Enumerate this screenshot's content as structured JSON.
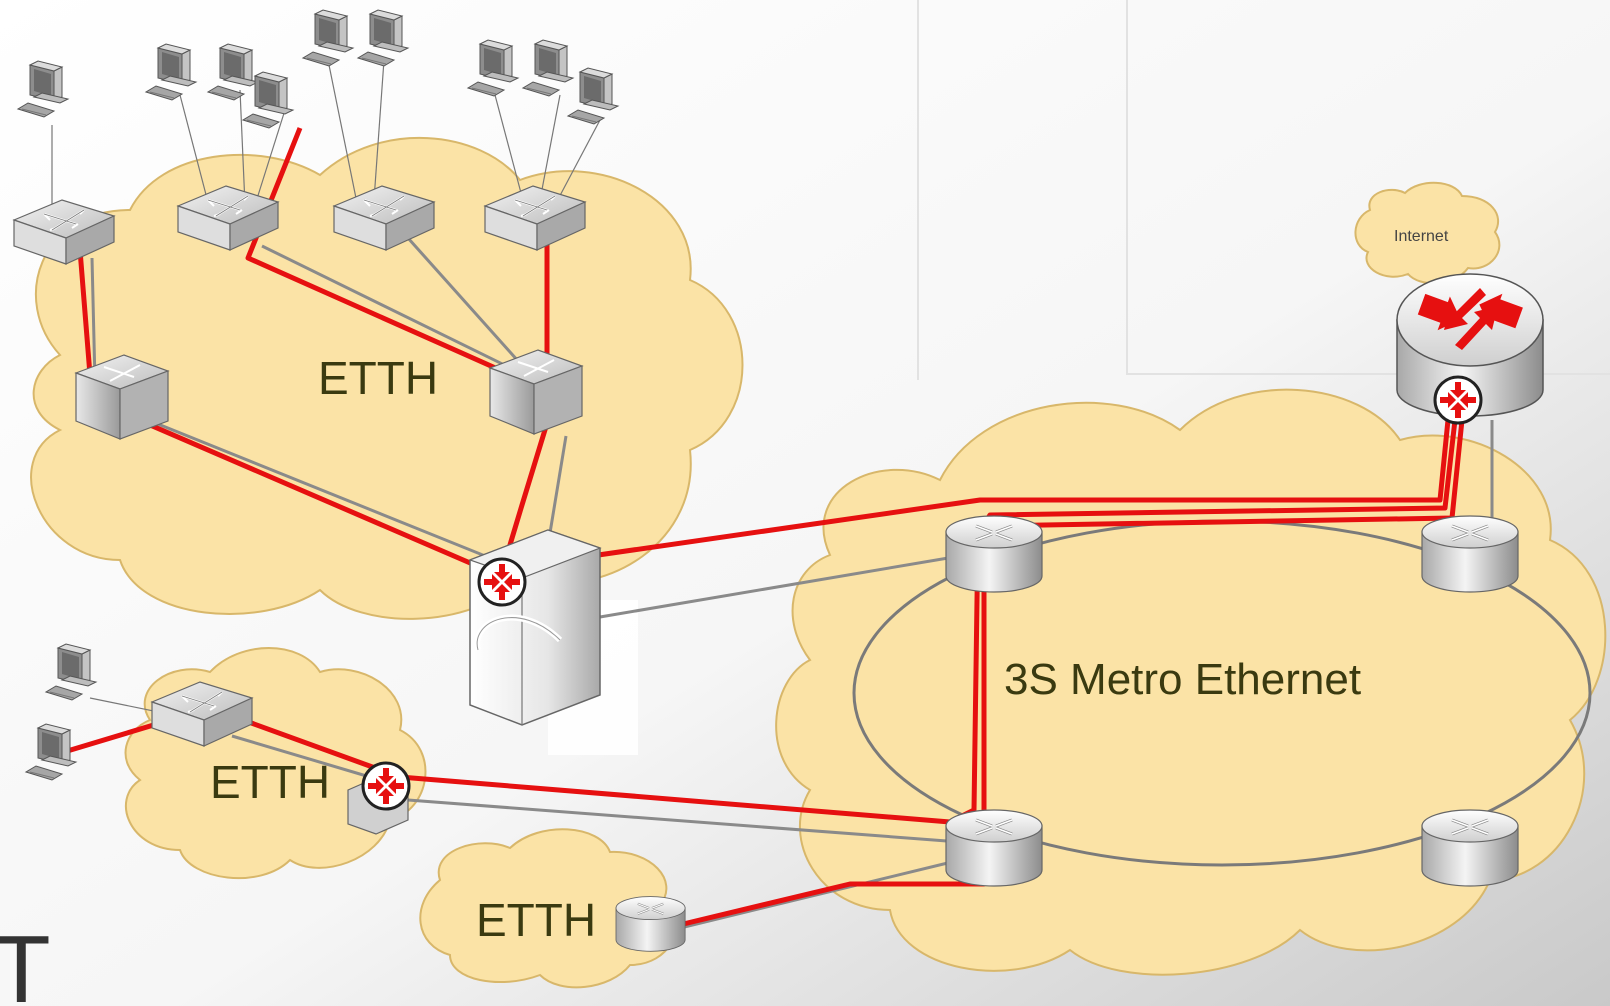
{
  "clouds": {
    "etth_main": "ETTH",
    "etth_small": "ETTH",
    "etth_bottom": "ETTH",
    "metro": "3S Metro Ethernet",
    "internet": "Internet"
  },
  "colors": {
    "cloud_fill": "#fbe3a6",
    "cloud_stroke": "#d8b76a",
    "path_red": "#e61010",
    "link_gray": "#8a8a8a",
    "ring_gray": "#7a7a7a"
  },
  "edge_glyph": "T",
  "icons": {
    "computer": "desktop-computer-icon",
    "switch": "ethernet-switch-icon",
    "router": "router-icon",
    "core_router": "core-router-icon",
    "chassis": "chassis-switch-icon"
  }
}
